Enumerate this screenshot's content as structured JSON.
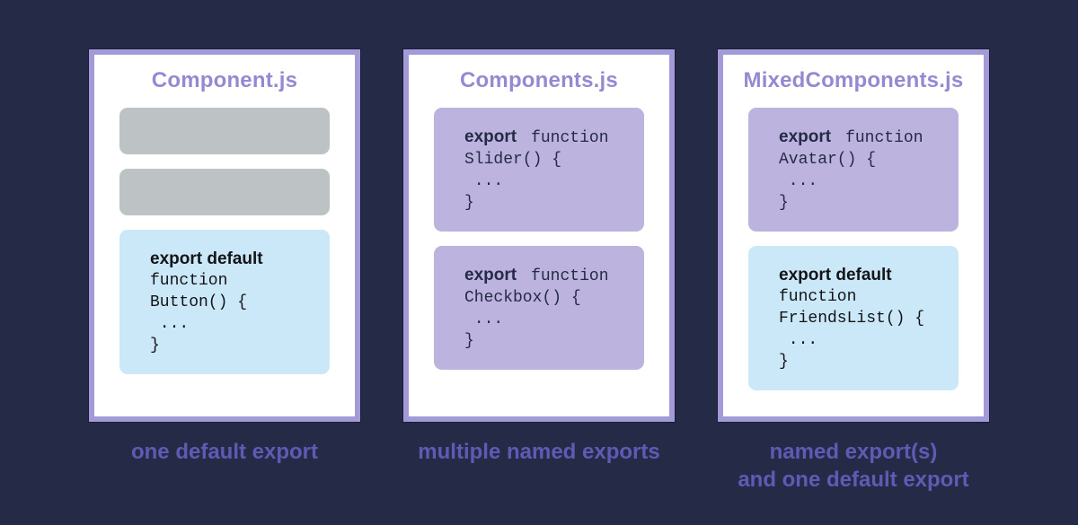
{
  "colors": {
    "background": "#252a47",
    "card_background": "#ffffff",
    "card_border": "#a29bd8",
    "title_text": "#938bd2",
    "caption_text": "#615ab4",
    "placeholder_gray": "#bdc3c5",
    "named_block_background": "#bcb4de",
    "default_block_background": "#cbe8f8",
    "named_code_text": "#252a47",
    "default_code_text": "#121418"
  },
  "cards": [
    {
      "title": "Component.js",
      "caption_lines": [
        "one default export"
      ],
      "blocks": [
        {
          "type": "placeholder"
        },
        {
          "type": "placeholder"
        },
        {
          "type": "code",
          "style": "default",
          "keyword": "export default",
          "lines": [
            "function",
            "Button() {",
            " ...",
            "}"
          ]
        }
      ]
    },
    {
      "title": "Components.js",
      "caption_lines": [
        "multiple named exports"
      ],
      "blocks": [
        {
          "type": "code",
          "style": "named",
          "keyword": "export",
          "keyword_suffix": "function",
          "lines": [
            "Slider() {",
            " ...",
            "}"
          ]
        },
        {
          "type": "code",
          "style": "named",
          "keyword": "export",
          "keyword_suffix": "function",
          "lines": [
            "Checkbox() {",
            " ...",
            "}"
          ]
        }
      ]
    },
    {
      "title": "MixedComponents.js",
      "caption_lines": [
        "named export(s)",
        "and one default export"
      ],
      "blocks": [
        {
          "type": "code",
          "style": "named",
          "keyword": "export",
          "keyword_suffix": "function",
          "lines": [
            "Avatar() {",
            " ...",
            "}"
          ]
        },
        {
          "type": "code",
          "style": "default",
          "keyword": "export default",
          "lines": [
            "function",
            "FriendsList() {",
            " ...",
            "}"
          ]
        }
      ]
    }
  ]
}
